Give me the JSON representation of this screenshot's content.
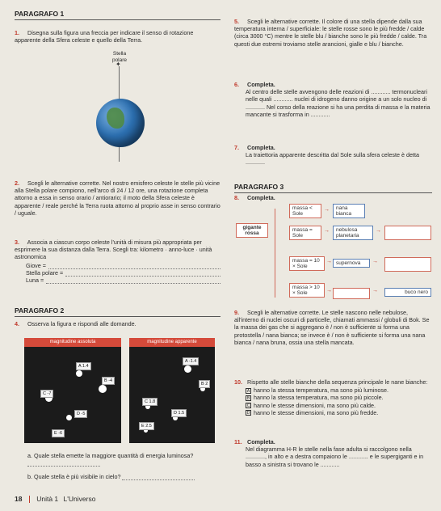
{
  "p1": {
    "title": "PARAGRAFO 1",
    "ex1": {
      "num": "1.",
      "text": "Disegna sulla figura una freccia per indicare il senso di rotazione apparente della Sfera celeste e quello della Terra.",
      "star_label": "Stella polare"
    },
    "ex2": {
      "num": "2.",
      "text": "Scegli le alternative corrette. Nel nostro emisfero celeste le stelle più vicine alla Stella polare compiono, nell'arco di 24 / 12 ore, una rotazione completa attorno a essa in senso orario / antiorario; il moto della Sfera celeste è apparente / reale perché la Terra ruota attorno al proprio asse in senso contrario / uguale."
    },
    "ex3": {
      "num": "3.",
      "text": "Associa a ciascun corpo celeste l'unità di misura più appropriata per esprimere la sua distanza dalla Terra. Scegli tra: kilometro · anno-luce · unità astronomica",
      "rows": [
        "Giove =",
        "Stella polare =",
        "Luna ="
      ]
    }
  },
  "p2": {
    "title": "PARAGRAFO 2",
    "ex4": {
      "num": "4.",
      "text": "Osserva la figura e rispondi alle domande.",
      "panel_left": "magnitudine assoluta",
      "panel_right": "magnitudine apparente",
      "left_labels": [
        "A 1.4",
        "B -4",
        "C -7",
        "D -5",
        "E -6"
      ],
      "right_labels": [
        "A -1.4",
        "B 2",
        "C 1.8",
        "D 1.5",
        "E 2.5"
      ],
      "qa": "a. Quale stella emette la maggiore quantità di energia luminosa?",
      "qb": "b. Quale stella è più visibile in cielo?"
    }
  },
  "right": {
    "ex5": {
      "num": "5.",
      "text": "Scegli le alternative corrette. Il colore di una stella dipende dalla sua temperatura interna / superficiale: le stelle rosse sono le più fredde / calde (circa 3000 °C) mentre le stelle blu / bianche sono le più fredde / calde. Tra questi due estremi troviamo stelle arancioni, gialle e blu / bianche."
    },
    "ex6": {
      "num": "6.",
      "title": "Completa.",
      "text": "Al centro delle stelle avvengono delle reazioni di ............ termonucleari nelle quali ............ nuclei di idrogeno danno origine a un solo nucleo di ............ Nel corso della reazione si ha una perdita di massa e la materia mancante si trasforma in ............"
    },
    "ex7": {
      "num": "7.",
      "title": "Completa.",
      "text": "La traiettoria apparente descritta dal Sole sulla sfera celeste è detta ............"
    }
  },
  "p3": {
    "title": "PARAGRAFO 3",
    "ex8": {
      "num": "8.",
      "title": "Completa.",
      "boxes": {
        "b1": "massa < Sole",
        "b2": "nana bianca",
        "b3": "massa = Sole",
        "b4": "nebulosa planetaria",
        "center": "gigante rossa",
        "b5": "massa = 10 × Sole",
        "b6": "supernova",
        "b7": "massa > 10 × Sole",
        "b8": "buco nero"
      }
    },
    "ex9": {
      "num": "9.",
      "text": "Scegli le alternative corrette. Le stelle nascono nelle nebulose, all'interno di nuclei oscuri di particelle, chiamati ammassi / globuli di Bok. Se la massa dei gas che si aggregano è / non è sufficiente si forma una protostella / nana bianca; se invece è / non è sufficiente si forma una nana bianca / nana bruna, ossia una stella mancata."
    },
    "ex10": {
      "num": "10.",
      "text": "Rispetto alle stelle bianche della sequenza principale le nane bianche:",
      "options": [
        {
          "key": "A",
          "text": "hanno la stessa temperatura, ma sono più luminose."
        },
        {
          "key": "B",
          "text": "hanno la stessa temperatura, ma sono più piccole."
        },
        {
          "key": "C",
          "text": "hanno le stesse dimensioni, ma sono più calde."
        },
        {
          "key": "D",
          "text": "hanno le stesse dimensioni, ma sono più fredde."
        }
      ]
    },
    "ex11": {
      "num": "11.",
      "title": "Completa.",
      "text": "Nel diagramma H-R le stelle nella fase adulta si raccolgono nella ............, in alto e a destra compaiono le ............ e le supergiganti e in basso a sinistra si trovano le ............"
    }
  },
  "footer": {
    "page": "18",
    "unit": "Unità 1",
    "title": "L'Universo"
  }
}
